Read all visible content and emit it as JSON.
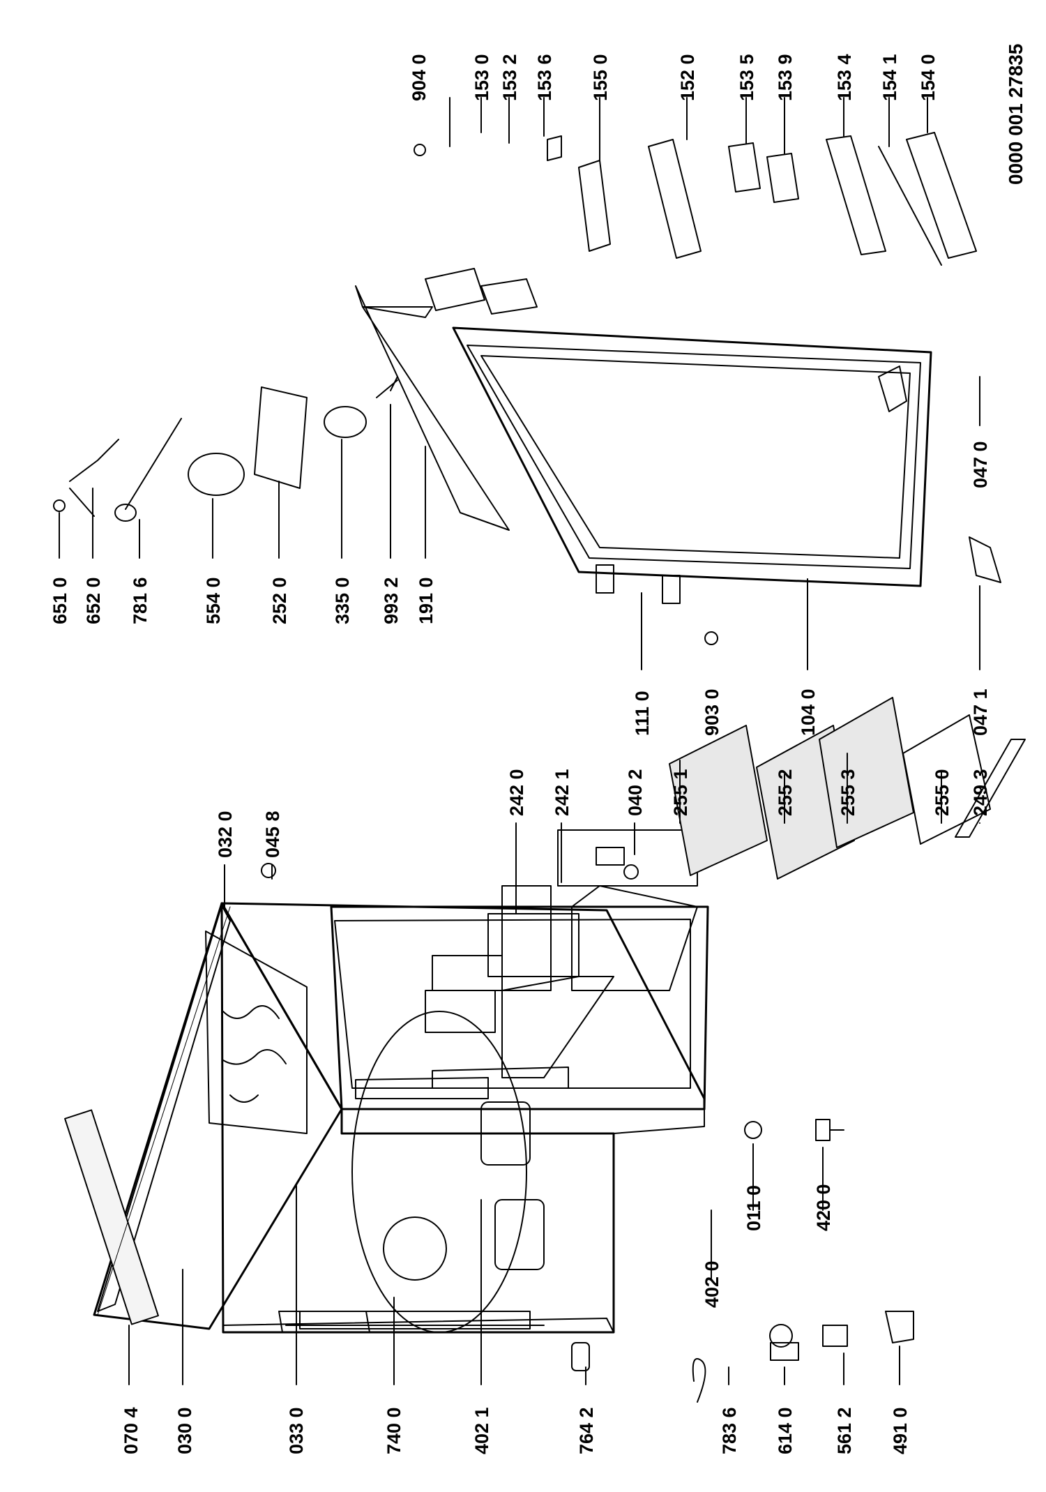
{
  "document_id": "0000 001 27835",
  "part_numbers": {
    "p0704": "070 4",
    "p0300": "030 0",
    "p0330": "033 0",
    "p7400": "740 0",
    "p4021": "402 1",
    "p7642": "764 2",
    "p7836": "783 6",
    "p6140": "614 0",
    "p5612": "561 2",
    "p4910": "491 0",
    "p4020": "402 0",
    "p0110": "011 0",
    "p4200": "420 0",
    "p0320": "032 0",
    "p0458": "045 8",
    "p2420": "242 0",
    "p2421": "242 1",
    "p0402": "040 2",
    "p2551": "255 1",
    "p2552": "255 2",
    "p2553": "255 3",
    "p2550": "255 0",
    "p2493": "249 3",
    "p6510": "651 0",
    "p6520": "652 0",
    "p7816": "781 6",
    "p5540": "554 0",
    "p2520": "252 0",
    "p3350": "335 0",
    "p9932": "993 2",
    "p1910": "191 0",
    "p1110": "111 0",
    "p9030": "903 0",
    "p1040": "104 0",
    "p0471": "047 1",
    "p0470": "047 0",
    "p9040": "904 0",
    "p1530": "153 0",
    "p1532": "153 2",
    "p1536": "153 6",
    "p1550": "155 0",
    "p1520": "152 0",
    "p1535": "153 5",
    "p1539": "153 9",
    "p1534": "153 4",
    "p1541": "154 1",
    "p1540": "154 0"
  }
}
